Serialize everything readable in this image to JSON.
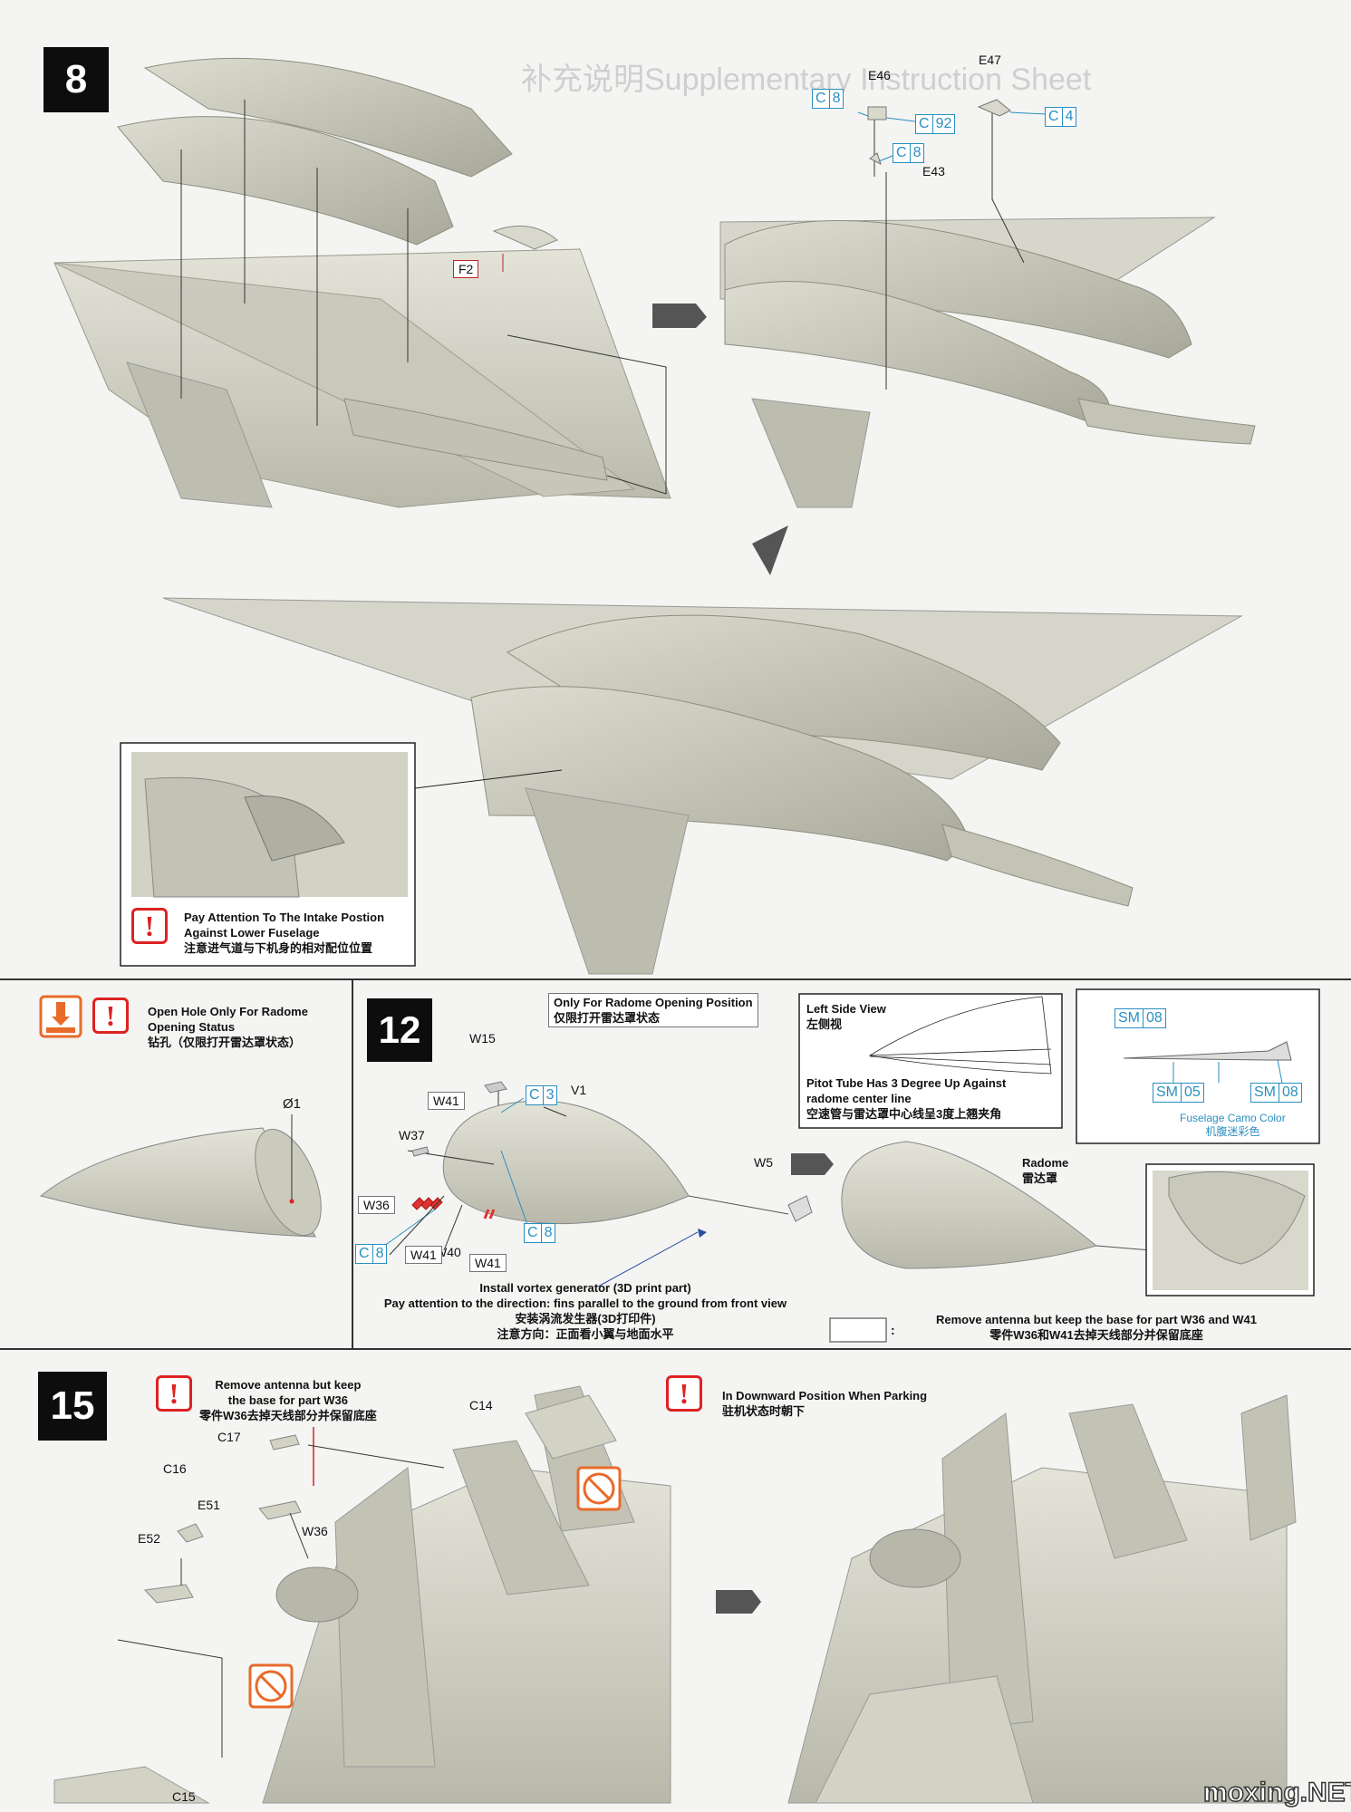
{
  "steps": {
    "s8": "8",
    "s12": "12",
    "s15": "15"
  },
  "step8": {
    "labels": {
      "f2": "F2",
      "e46": "E46",
      "e47": "E47",
      "e43": "E43",
      "c8a": {
        "l": "C",
        "n": "8"
      },
      "c92": {
        "l": "C",
        "n": "92"
      },
      "c4": {
        "l": "C",
        "n": "4"
      },
      "c8b": {
        "l": "C",
        "n": "8"
      }
    },
    "note_line1": "Pay Attention To The Intake Postion",
    "note_line2": "Against Lower Fuselage",
    "note_line3": "注意进气道与下机身的相对配位位置",
    "bg_title": "补充说明Supplementary Instruction Sheet"
  },
  "panel_left": {
    "note_line1": "Open Hole Only For Radome",
    "note_line2": "Opening Status",
    "note_line3": "钻孔（仅限打开雷达罩状态）",
    "diameter": "Ø1"
  },
  "step12": {
    "radome_note_line1": "Only For Radome Opening Position",
    "radome_note_line2": "仅限打开雷达罩状态",
    "side_view_title1": "Left Side View",
    "side_view_title2": "左侧视",
    "pitot_line1": "Pitot Tube Has 3 Degree Up Against",
    "pitot_line2": "radome center line",
    "pitot_line3": "空速管与雷达罩中心线呈3度上翘夹角",
    "labels": {
      "w15": "W15",
      "w41a": "W41",
      "v1": "V1",
      "w37": "W37",
      "w36": "W36",
      "w40": "W40",
      "w41b": "W41",
      "w41c": "W41",
      "w5": "W5",
      "c3": {
        "l": "C",
        "n": "3"
      },
      "c8a": {
        "l": "C",
        "n": "8"
      },
      "c8b": {
        "l": "C",
        "n": "8"
      },
      "sm08a": {
        "l": "SM",
        "n": "08"
      },
      "sm05": {
        "l": "SM",
        "n": "05"
      },
      "sm08b": {
        "l": "SM",
        "n": "08"
      }
    },
    "camo_line1": "Fuselage Camo Color",
    "camo_line2": "机腹迷彩色",
    "radome_line1": "Radome",
    "radome_line2": "雷达罩",
    "vortex_line1": "Install vortex generator (3D print part)",
    "vortex_line2": "Pay attention to the direction: fins parallel to the ground from front view",
    "vortex_line3": "安装涡流发生器(3D打印件)",
    "vortex_line4": "注意方向：正面看小翼与地面水平",
    "antenna_line1": "Remove antenna but keep the base for part W36 and W41",
    "antenna_line2": "零件W36和W41去掉天线部分并保留底座",
    "legend_colon": ":"
  },
  "step15": {
    "antenna_line1": "Remove antenna but keep",
    "antenna_line2": "the base for part W36",
    "antenna_line3": "零件W36去掉天线部分并保留底座",
    "parking_line1": "In Downward Position When Parking",
    "parking_line2": "驻机状态时朝下",
    "labels": {
      "c14": "C14",
      "c17": "C17",
      "c16": "C16",
      "e51": "E51",
      "e52": "E52",
      "w36": "W36",
      "c15": "C15"
    }
  },
  "watermark": "moxing.NET",
  "colors": {
    "model_grey": "#cdcdc0",
    "callout_blue": "#2a8fc2",
    "warning_red": "#d22222",
    "drill_orange": "#e86b2a"
  }
}
